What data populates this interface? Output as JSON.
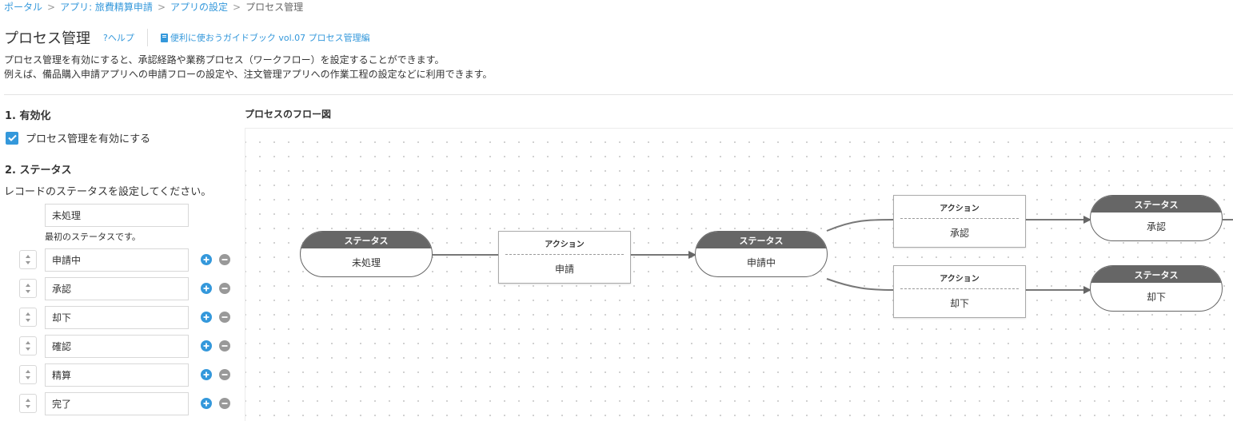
{
  "breadcrumb": {
    "portal": "ポータル",
    "app": "アプリ: 旅費精算申請",
    "settings": "アプリの設定",
    "current": "プロセス管理",
    "separator": ">"
  },
  "header": {
    "title": "プロセス管理",
    "help_label": "?ヘルプ",
    "guide_label": "便利に使おうガイドブック vol.07 プロセス管理編"
  },
  "description": {
    "line1": "プロセス管理を有効にすると、承認経路や業務プロセス（ワークフロー）を設定することができます。",
    "line2": "例えば、備品購入申請アプリへの申請フローの設定や、注文管理アプリへの作業工程の設定などに利用できます。"
  },
  "enable_section": {
    "heading": "1. 有効化",
    "checkbox_label": "プロセス管理を有効にする",
    "checked": true
  },
  "status_section": {
    "heading": "2. ステータス",
    "description": "レコードのステータスを設定してください。",
    "first_status": "未処理",
    "first_note": "最初のステータスです。",
    "statuses": [
      "申請中",
      "承認",
      "却下",
      "確認",
      "精算",
      "完了"
    ]
  },
  "flow": {
    "title": "プロセスのフロー図",
    "status_header": "ステータス",
    "action_header": "アクション",
    "nodes": {
      "s1": "未処理",
      "a1": "申請",
      "s2": "申請中",
      "a2": "承認",
      "a3": "却下",
      "s3": "承認",
      "s4": "却下"
    }
  },
  "colors": {
    "accent": "#3498db",
    "node_header": "#666666",
    "delete_button": "#999999"
  }
}
